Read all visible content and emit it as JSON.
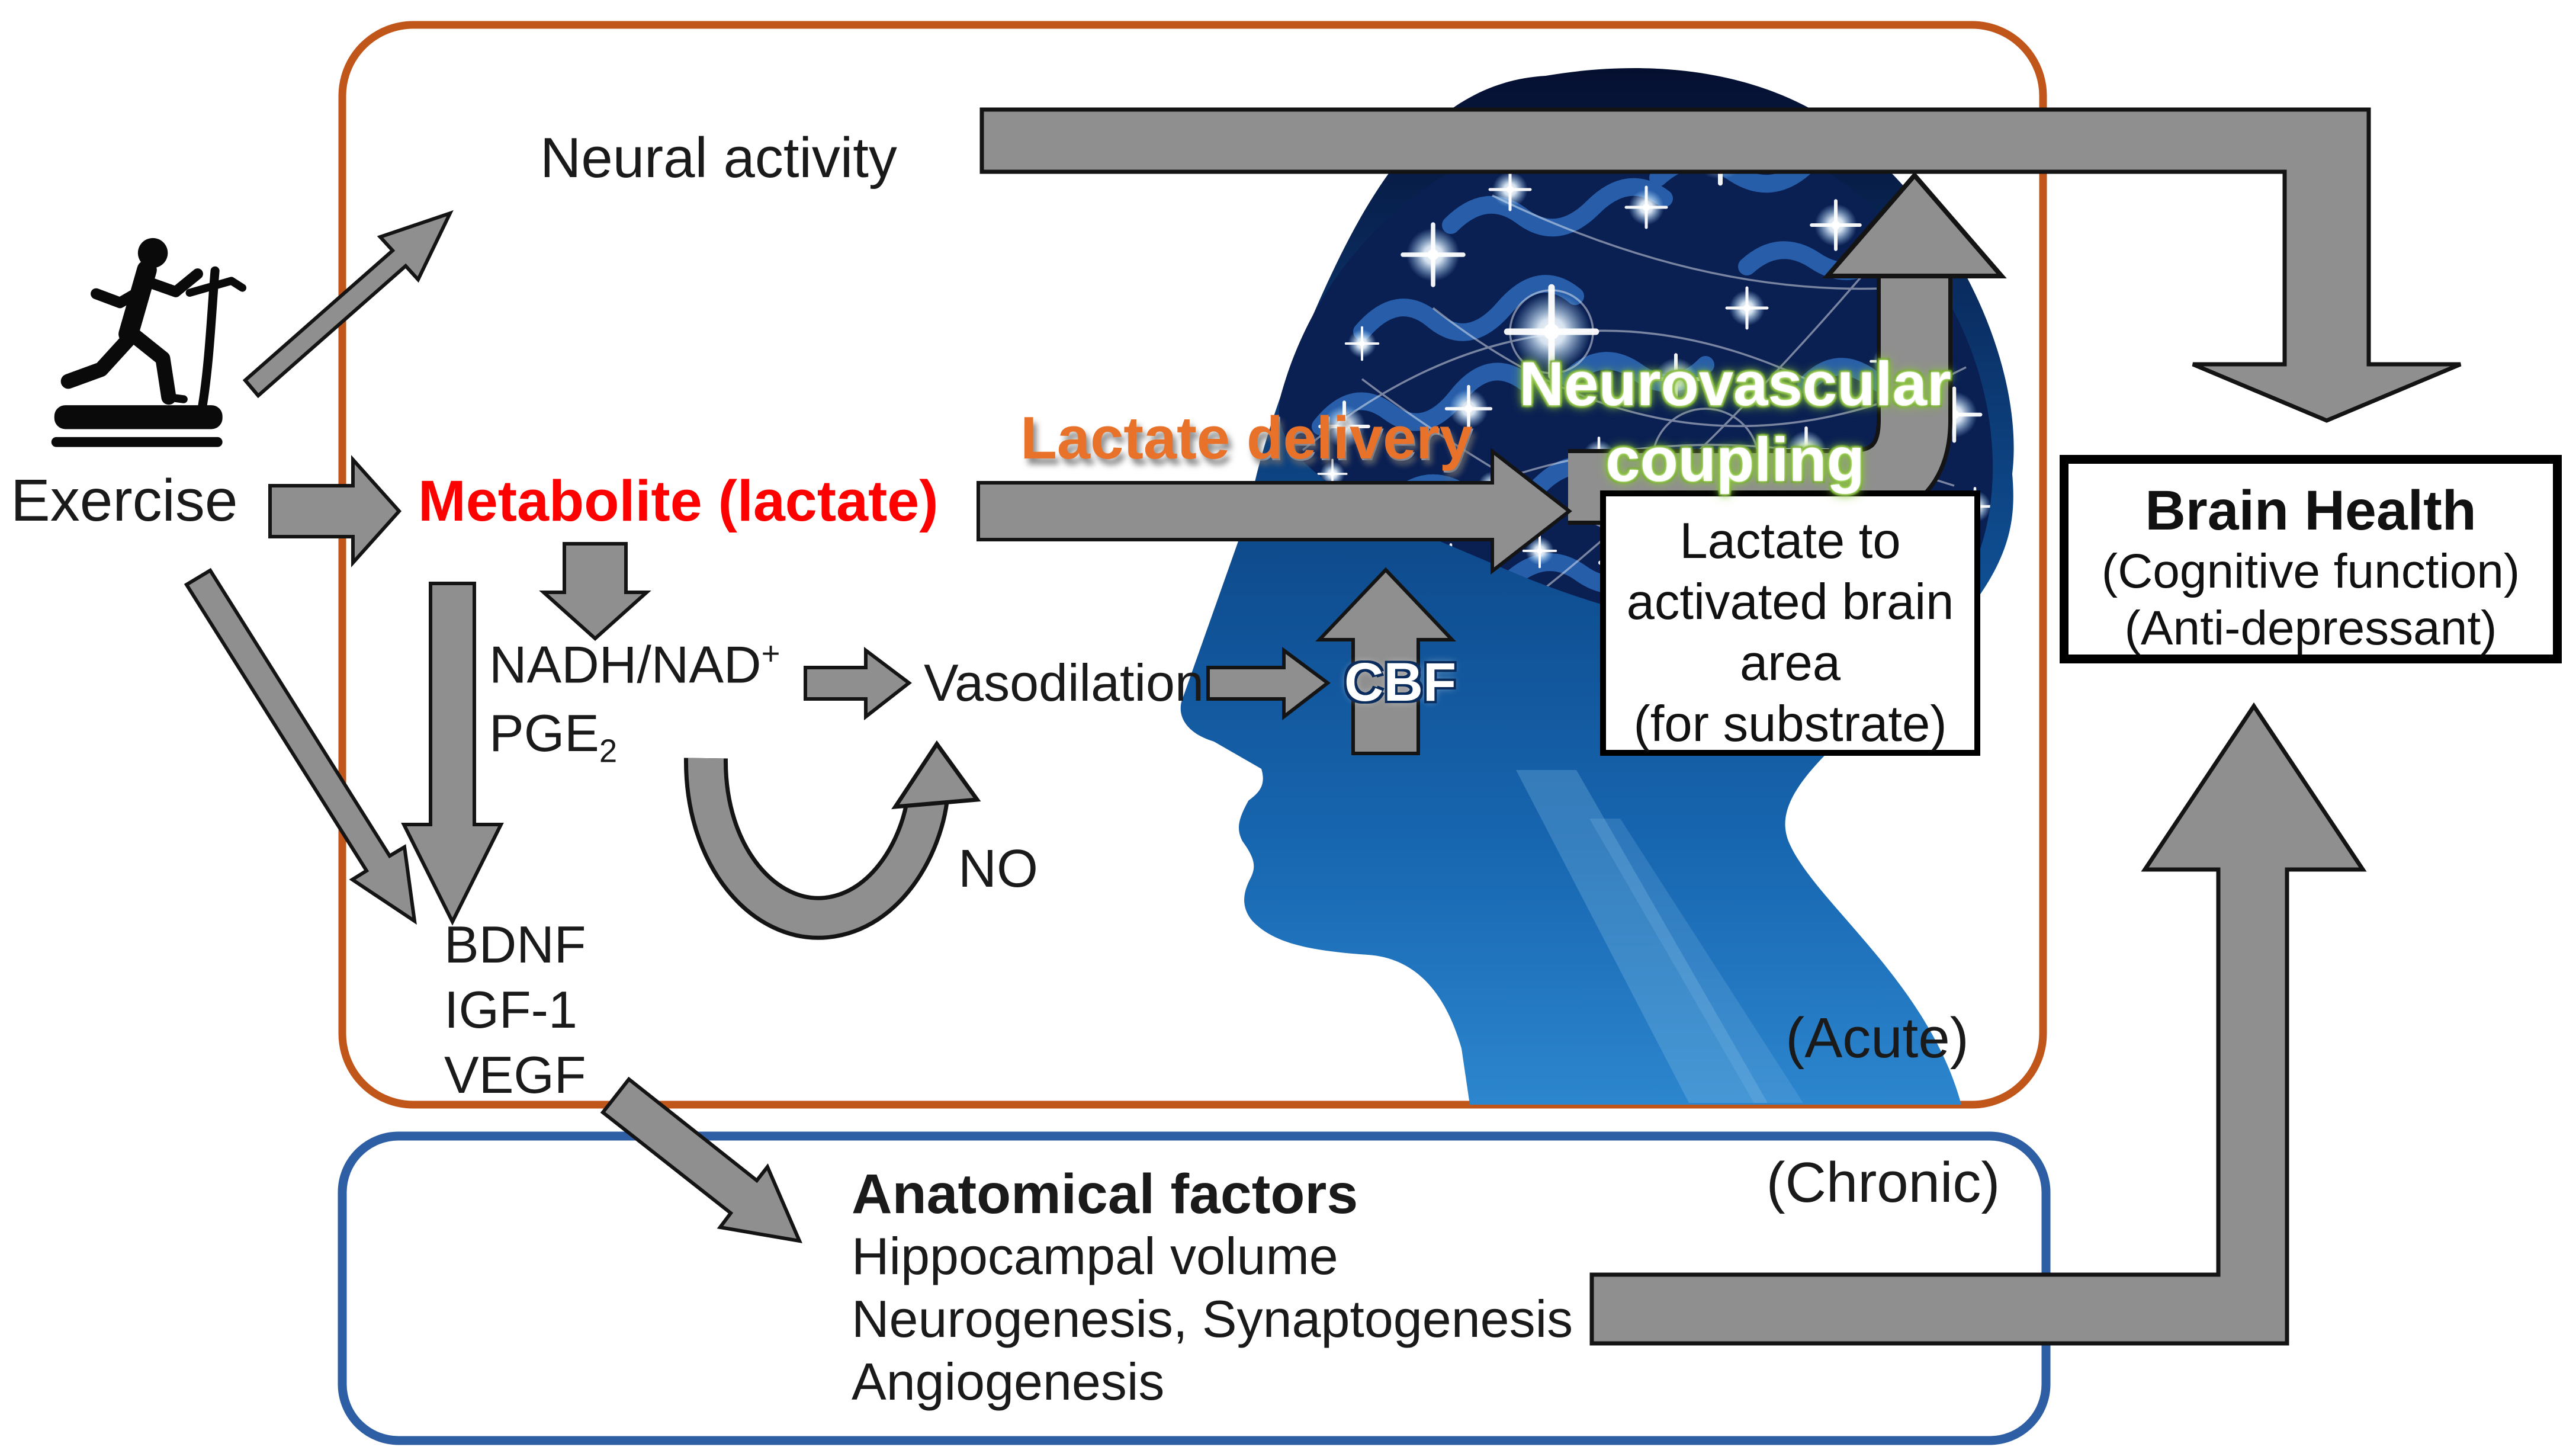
{
  "labels": {
    "neural_activity": "Neural activity",
    "exercise": "Exercise",
    "metabolite": "Metabolite (lactate)",
    "nadh_base": "NADH/NAD",
    "nadh_sup": "+",
    "pge_base": "PGE",
    "pge_sub": "2",
    "vasodilation": "Vasodilation",
    "cbf": "CBF",
    "no": "NO",
    "growth_factors": [
      "BDNF",
      "IGF-1",
      "VEGF"
    ],
    "lactate_delivery": "Lactate delivery",
    "neurovascular_line1": "Neurovascular",
    "neurovascular_line2": "coupling",
    "acute": "(Acute)",
    "chronic": "(Chronic)"
  },
  "lactate_box": {
    "lines": [
      "Lactate to",
      "activated brain",
      "area",
      "(for substrate)"
    ]
  },
  "brain_health": {
    "title": "Brain Health",
    "lines": [
      "(Cognitive function)",
      "(Anti-depressant)"
    ]
  },
  "anatomical": {
    "title": "Anatomical factors",
    "lines": [
      "Hippocampal volume",
      "Neurogenesis, Synaptogenesis",
      "Angiogenesis"
    ]
  },
  "icons": {
    "runner": "treadmill-runner"
  },
  "colors": {
    "accent_orange": "#C0561A",
    "accent_blue": "#2E5FA5",
    "arrow_gray": "#8F8F8F",
    "metabolite_red": "#FE0000",
    "lactate_orange": "#E8722A",
    "coupling_green": "#8CC63E",
    "head_blue": "#1766B0",
    "brain_navy": "#0A1F52"
  }
}
